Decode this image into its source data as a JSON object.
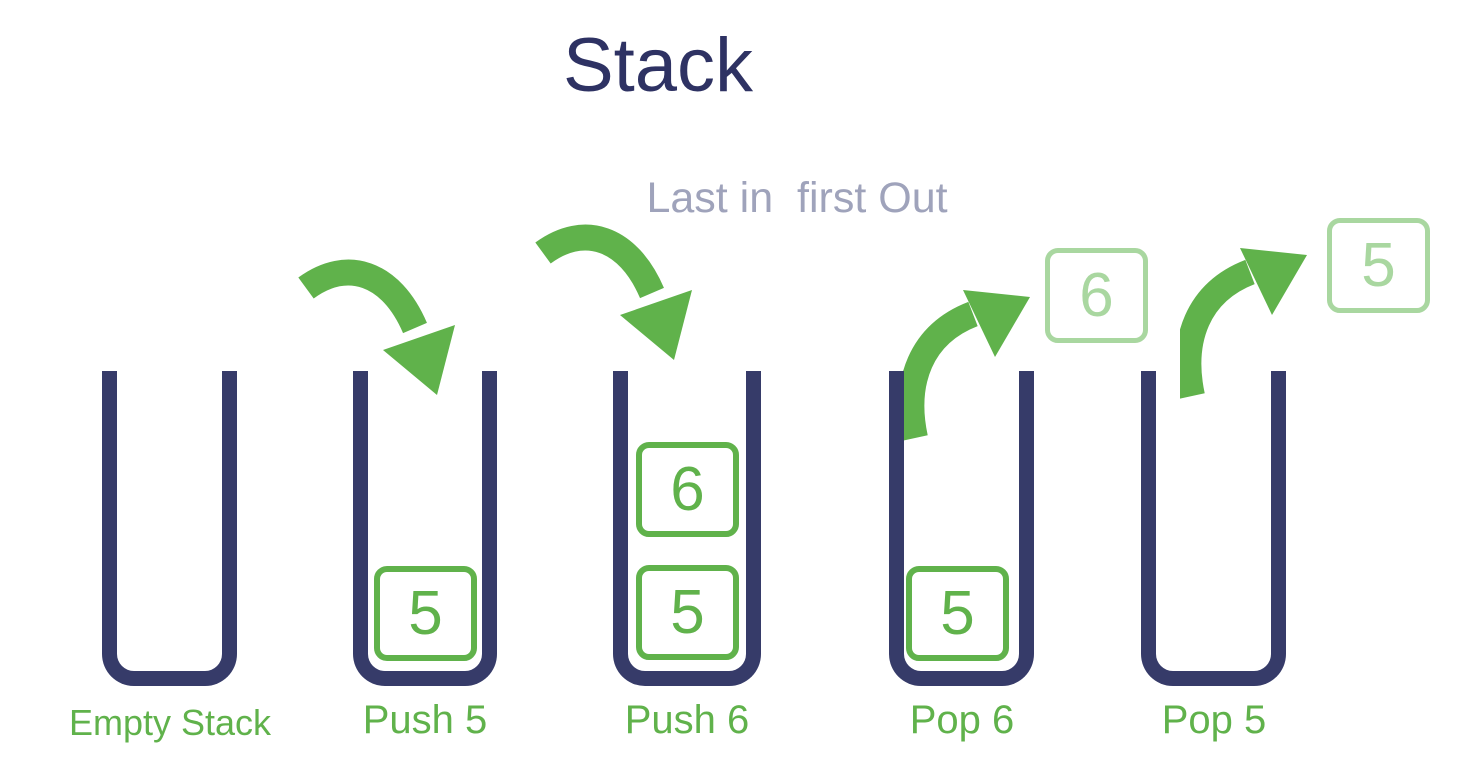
{
  "title": "Stack",
  "subtitle": "Last in  first Out",
  "colors": {
    "container_navy": "#363b69",
    "title_navy": "#2e3263",
    "green": "#60b24b",
    "light_green": "#a9d7a0",
    "subtitle_gray": "#9fa3bb"
  },
  "stages": [
    {
      "label": "Empty Stack",
      "operation": "none",
      "items": []
    },
    {
      "label": "Push 5",
      "operation": "push",
      "items": [
        "5"
      ]
    },
    {
      "label": "Push 6",
      "operation": "push",
      "items": [
        "6",
        "5"
      ]
    },
    {
      "label": "Pop 6",
      "operation": "pop",
      "items": [
        "5"
      ],
      "popped_value": "6"
    },
    {
      "label": "Pop 5",
      "operation": "pop",
      "items": [],
      "popped_value": "5"
    }
  ]
}
